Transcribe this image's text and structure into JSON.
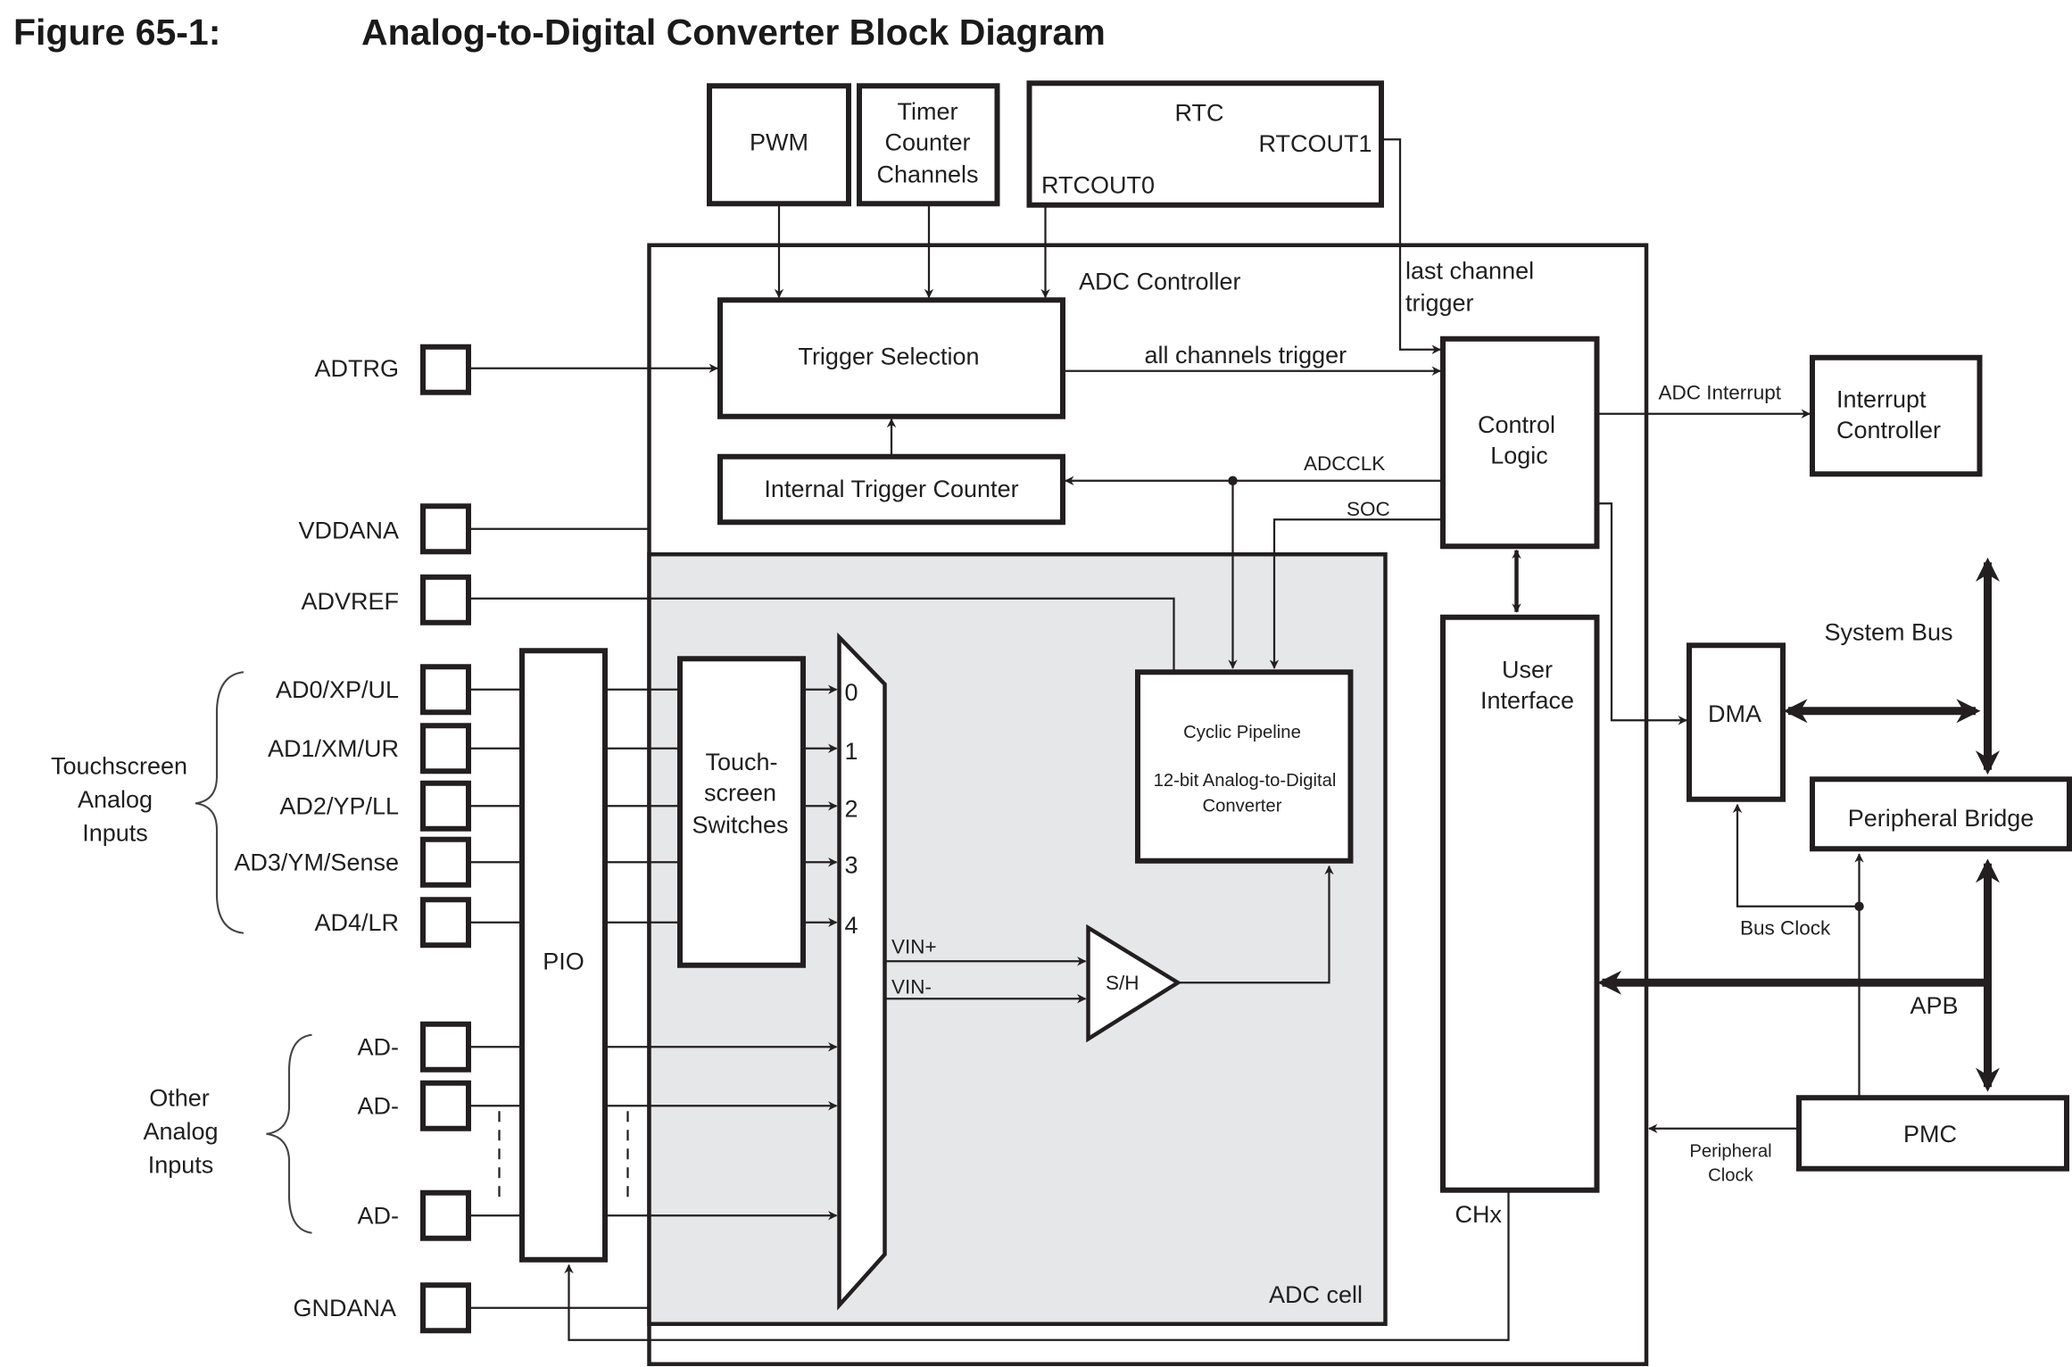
{
  "figure": {
    "number": "Figure 65-1:",
    "title": "Analog-to-Digital Converter Block Diagram"
  },
  "colors": {
    "line": "#231f20",
    "adc_cell_fill": "#e6e7e8",
    "background": "#ffffff"
  },
  "blocks": {
    "pwm": "PWM",
    "timer_counter": [
      "Timer",
      "Counter",
      "Channels"
    ],
    "rtc": {
      "title": "RTC",
      "out0": "RTCOUT0",
      "out1": "RTCOUT1"
    },
    "adc_controller": "ADC Controller",
    "trigger_selection": "Trigger Selection",
    "internal_trigger_counter": "Internal Trigger Counter",
    "control_logic": [
      "Control",
      "Logic"
    ],
    "interrupt_controller": [
      "Interrupt",
      "Controller"
    ],
    "user_interface": [
      "User",
      "Interface"
    ],
    "dma": "DMA",
    "peripheral_bridge": "Peripheral Bridge",
    "pmc": "PMC",
    "pio": "PIO",
    "touchscreen_switches": [
      "Touch-",
      "screen",
      "Switches"
    ],
    "cyclic_pipeline": [
      "Cyclic Pipeline",
      "12-bit Analog-to-Digital",
      "Converter"
    ],
    "sample_hold": "S/H",
    "adc_cell": "ADC cell"
  },
  "signals": {
    "last_channel_trigger": [
      "last channel",
      "trigger"
    ],
    "all_channels_trigger": "all channels trigger",
    "adc_interrupt": "ADC Interrupt",
    "adcclk": "ADCCLK",
    "soc": "SOC",
    "vin_plus": "VIN+",
    "vin_minus": "VIN-",
    "system_bus": "System Bus",
    "apb": "APB",
    "bus_clock": "Bus Clock",
    "peripheral_clock": [
      "Peripheral",
      "Clock"
    ],
    "chx": "CHx"
  },
  "mux_inputs": [
    "0",
    "1",
    "2",
    "3",
    "4"
  ],
  "pins": {
    "adtrg": "ADTRG",
    "vddana": "VDDANA",
    "advref": "ADVREF",
    "gndana": "GNDANA",
    "touchscreen": [
      "AD0/XP/UL",
      "AD1/XM/UR",
      "AD2/YP/LL",
      "AD3/YM/Sense",
      "AD4/LR"
    ],
    "other": [
      "AD-",
      "AD-",
      "AD-"
    ]
  },
  "groups": {
    "touchscreen": [
      "Touchscreen",
      "Analog",
      "Inputs"
    ],
    "other": [
      "Other",
      "Analog",
      "Inputs"
    ]
  }
}
